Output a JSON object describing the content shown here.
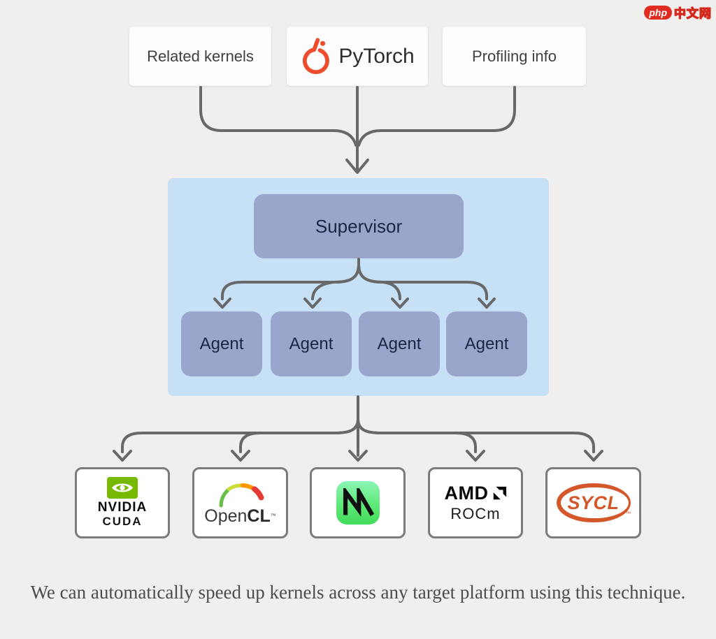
{
  "watermark": {
    "badge": "php",
    "text": "中文网"
  },
  "inputs": [
    {
      "label": "Related kernels"
    },
    {
      "label": "PyTorch",
      "icon": "pytorch-flame"
    },
    {
      "label": "Profiling info"
    }
  ],
  "system": {
    "supervisor": "Supervisor",
    "agents": [
      "Agent",
      "Agent",
      "Agent",
      "Agent"
    ]
  },
  "platforms": {
    "nvidia": {
      "brand": "NVIDIA",
      "product": "CUDA",
      "icon": "nvidia-eye"
    },
    "opencl": {
      "label_regular": "Open",
      "label_bold": "CL",
      "tm": "™",
      "icon": "opencl-arc"
    },
    "metal": {
      "icon": "metal-m"
    },
    "amd": {
      "brand": "AMD",
      "product": "ROCm",
      "icon": "amd-arrow"
    },
    "sycl": {
      "label": "SYCL",
      "tm": "™",
      "icon": "sycl-ellipse"
    }
  },
  "caption": "We can automatically speed up kernels across any target platform using this technique.",
  "colors": {
    "background": "#f0efee",
    "card_white": "#fdfdfd",
    "blue_panel": "#c6e0f6",
    "node_fill": "#99a5ca",
    "node_text": "#1a2744",
    "arrow_gray": "#686868",
    "pytorch_orange": "#ee4c2c",
    "nvidia_green": "#76b900",
    "metal_green_top": "#8df5b4",
    "metal_green_bottom": "#44d95c",
    "sycl_orange": "#d4572a",
    "watermark_red": "#e02b20",
    "caption_gray": "#4d4d4d"
  }
}
